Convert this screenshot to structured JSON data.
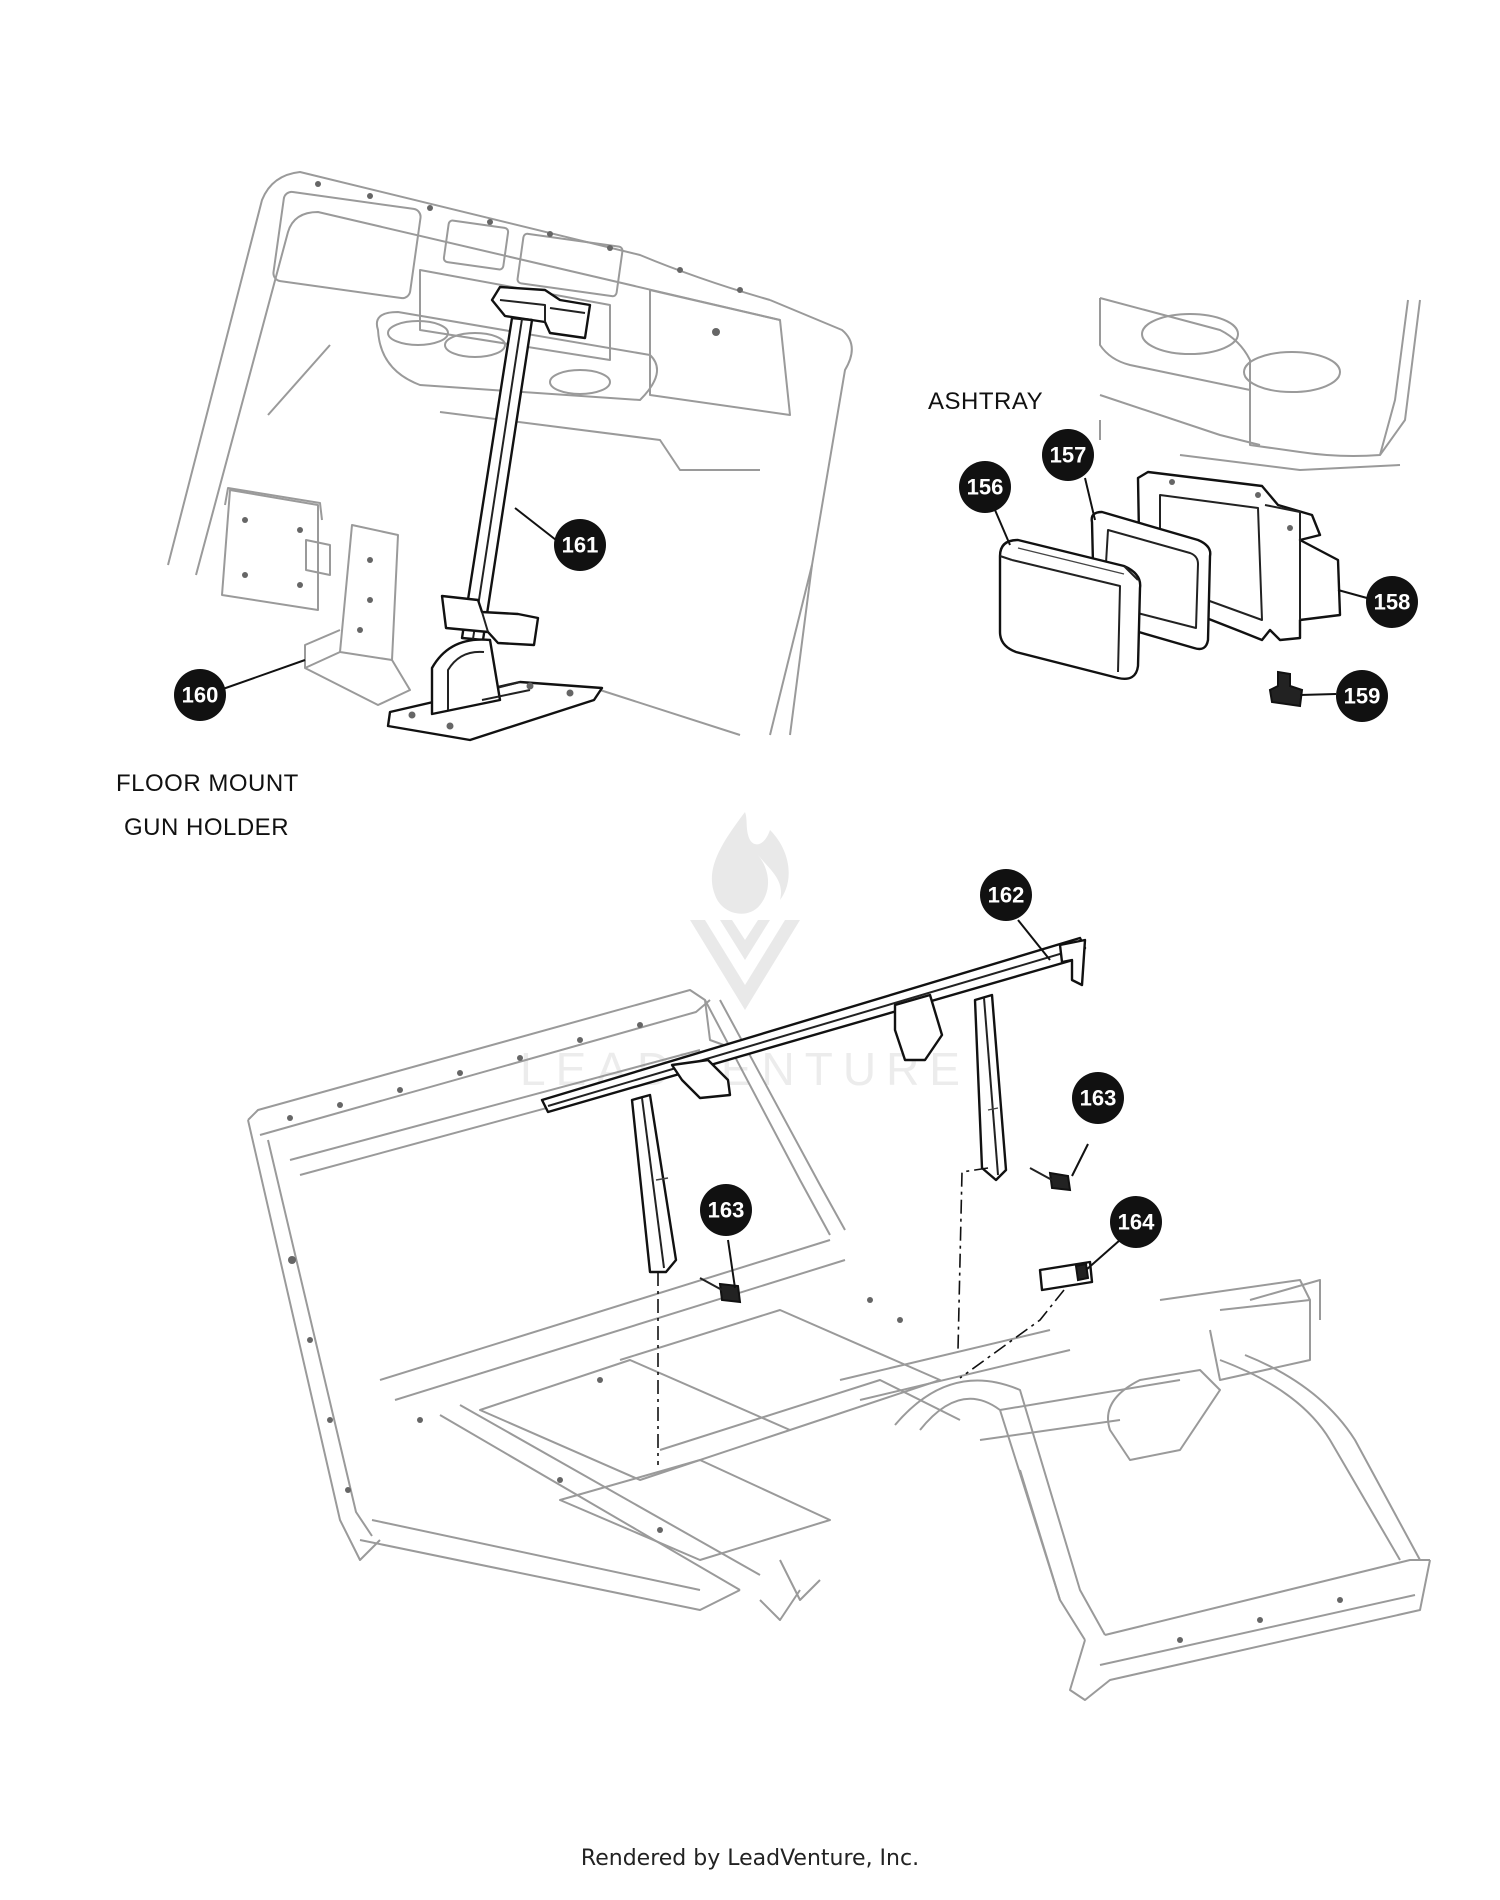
{
  "labels": {
    "ashtray": "ASHTRAY",
    "floor_mount_line1": "FLOOR MOUNT",
    "floor_mount_line2": "GUN HOLDER"
  },
  "callouts": {
    "c156": "156",
    "c157": "157",
    "c158": "158",
    "c159": "159",
    "c160": "160",
    "c161": "161",
    "c162": "162",
    "c163a": "163",
    "c163b": "163",
    "c164": "164"
  },
  "footer": "Rendered by LeadVenture, Inc.",
  "watermark": {
    "text": "LEADVENTURE"
  },
  "colors": {
    "callout_fill": "#111111",
    "callout_text": "#ffffff",
    "line_dark": "#222222",
    "line_light": "#9a9a9a",
    "watermark": "#e9e9e9"
  }
}
